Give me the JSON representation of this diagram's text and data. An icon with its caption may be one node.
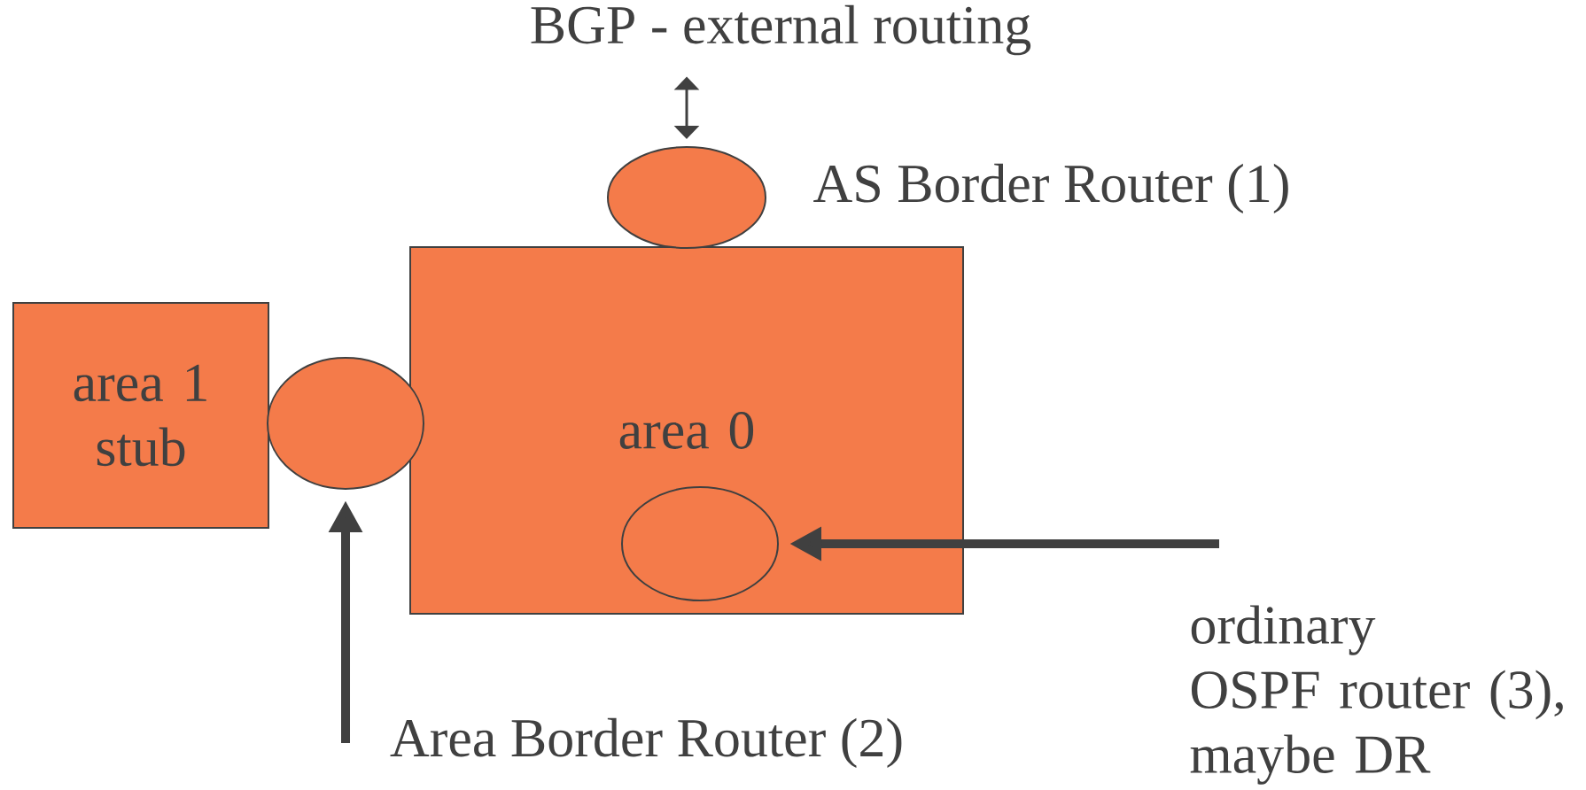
{
  "diagram": {
    "nodes": [
      {
        "text": [
          "BGP - external routing"
        ]
      },
      {
        "text": [],
        "shape": "ellipse",
        "beside": [
          "AS Border Router (1)"
        ]
      },
      {
        "text": [
          "area 1 stub"
        ]
      },
      {
        "text": [],
        "shape": "ellipse"
      },
      {
        "text": [
          "area 0"
        ]
      },
      {
        "text": [],
        "shape": "ellipse",
        "in": 4
      },
      {
        "text": [
          "Area Border Router (2)"
        ]
      },
      {
        "text": [
          "ordinary OSPF router (3), maybe DR"
        ]
      }
    ],
    "edges": [
      {
        "from": 0,
        "to": 1,
        "arrow": "both"
      },
      {
        "from": 6,
        "to": 3,
        "arrow": "to"
      },
      {
        "from": 7,
        "to": 5,
        "arrow": "to"
      }
    ]
  }
}
